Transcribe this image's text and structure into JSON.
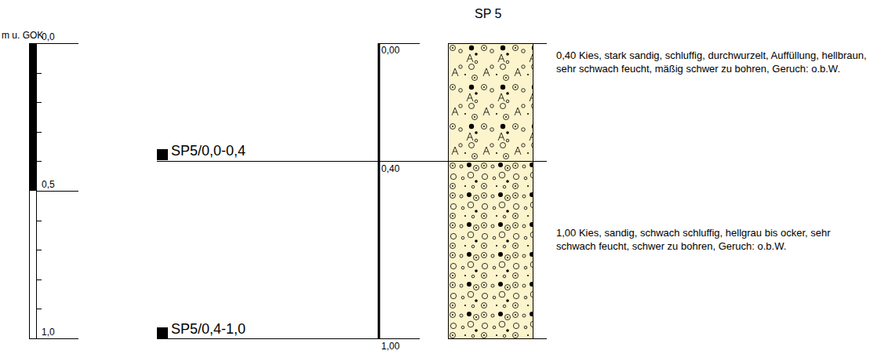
{
  "diagram": {
    "title": "SP 5",
    "labels": [
      "m u. GOK",
      "0,0",
      "0,5",
      "1,0",
      "SP5/0,0-0,4",
      "SP5/0,4-1,0",
      "0,00",
      "0,40",
      "1,00",
      "0,40 Kies, stark sandig, schluffig, durchwurzelt, Auffüllung, hellbraun, sehr schwach feucht, mäßig schwer zu bohren, Geruch: o.b.W.",
      "1,00 Kies, sandig, schwach schluffig, hellgrau bis ocker, sehr schwach feucht, schwer zu bohren, Geruch: o.b.W."
    ]
  }
}
